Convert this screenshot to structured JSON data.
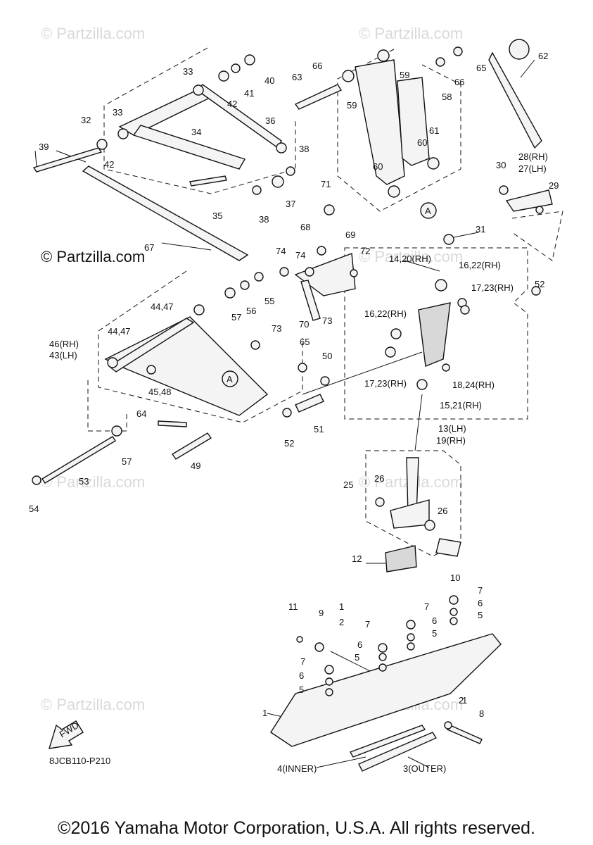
{
  "watermark": "© Partzilla.com",
  "brand": "© Partzilla.com",
  "diagram_code": "8JCB110-P210",
  "fwd_label": "FWD",
  "ref_marker": "A",
  "footer": "©2016 Yamaha Motor Corporation, U.S.A. All rights reserved.",
  "callouts": [
    {
      "id": "c1",
      "text": "1"
    },
    {
      "id": "c1b",
      "text": "1"
    },
    {
      "id": "c1c",
      "text": "1"
    },
    {
      "id": "c2",
      "text": "2"
    },
    {
      "id": "c2b",
      "text": "2"
    },
    {
      "id": "c3",
      "text": "3(OUTER)"
    },
    {
      "id": "c4",
      "text": "4(INNER)"
    },
    {
      "id": "c5a",
      "text": "5"
    },
    {
      "id": "c5b",
      "text": "5"
    },
    {
      "id": "c5c",
      "text": "5"
    },
    {
      "id": "c5d",
      "text": "5"
    },
    {
      "id": "c6a",
      "text": "6"
    },
    {
      "id": "c6b",
      "text": "6"
    },
    {
      "id": "c6c",
      "text": "6"
    },
    {
      "id": "c6d",
      "text": "6"
    },
    {
      "id": "c7a",
      "text": "7"
    },
    {
      "id": "c7b",
      "text": "7"
    },
    {
      "id": "c7c",
      "text": "7"
    },
    {
      "id": "c7d",
      "text": "7"
    },
    {
      "id": "c8",
      "text": "8"
    },
    {
      "id": "c9",
      "text": "9"
    },
    {
      "id": "c10",
      "text": "10"
    },
    {
      "id": "c11",
      "text": "11"
    },
    {
      "id": "c12",
      "text": "12"
    },
    {
      "id": "c13",
      "text": "13(LH)"
    },
    {
      "id": "c19",
      "text": "19(RH)"
    },
    {
      "id": "c14",
      "text": "14,20(RH)"
    },
    {
      "id": "c15",
      "text": "15,21(RH)"
    },
    {
      "id": "c16a",
      "text": "16,22(RH)"
    },
    {
      "id": "c16b",
      "text": "16,22(RH)"
    },
    {
      "id": "c17a",
      "text": "17,23(RH)"
    },
    {
      "id": "c17b",
      "text": "17,23(RH)"
    },
    {
      "id": "c18",
      "text": "18,24(RH)"
    },
    {
      "id": "c25",
      "text": "25"
    },
    {
      "id": "c26a",
      "text": "26"
    },
    {
      "id": "c26b",
      "text": "26"
    },
    {
      "id": "c28",
      "text": "28(RH)"
    },
    {
      "id": "c27",
      "text": "27(LH)"
    },
    {
      "id": "c29",
      "text": "29"
    },
    {
      "id": "c30",
      "text": "30"
    },
    {
      "id": "c31",
      "text": "31"
    },
    {
      "id": "c32",
      "text": "32"
    },
    {
      "id": "c33a",
      "text": "33"
    },
    {
      "id": "c33b",
      "text": "33"
    },
    {
      "id": "c34",
      "text": "34"
    },
    {
      "id": "c35",
      "text": "35"
    },
    {
      "id": "c36",
      "text": "36"
    },
    {
      "id": "c37",
      "text": "37"
    },
    {
      "id": "c38a",
      "text": "38"
    },
    {
      "id": "c38b",
      "text": "38"
    },
    {
      "id": "c39",
      "text": "39"
    },
    {
      "id": "c40",
      "text": "40"
    },
    {
      "id": "c41",
      "text": "41"
    },
    {
      "id": "c42a",
      "text": "42"
    },
    {
      "id": "c42b",
      "text": "42"
    },
    {
      "id": "c44a",
      "text": "44,47"
    },
    {
      "id": "c44b",
      "text": "44,47"
    },
    {
      "id": "c45",
      "text": "45,48"
    },
    {
      "id": "c46",
      "text": "46(RH)"
    },
    {
      "id": "c43",
      "text": "43(LH)"
    },
    {
      "id": "c49",
      "text": "49"
    },
    {
      "id": "c50",
      "text": "50"
    },
    {
      "id": "c51",
      "text": "51"
    },
    {
      "id": "c52a",
      "text": "52"
    },
    {
      "id": "c52b",
      "text": "52"
    },
    {
      "id": "c53",
      "text": "53"
    },
    {
      "id": "c54",
      "text": "54"
    },
    {
      "id": "c55",
      "text": "55"
    },
    {
      "id": "c56",
      "text": "56"
    },
    {
      "id": "c57a",
      "text": "57"
    },
    {
      "id": "c57b",
      "text": "57"
    },
    {
      "id": "c58",
      "text": "58"
    },
    {
      "id": "c59a",
      "text": "59"
    },
    {
      "id": "c59b",
      "text": "59"
    },
    {
      "id": "c60a",
      "text": "60"
    },
    {
      "id": "c60b",
      "text": "60"
    },
    {
      "id": "c61",
      "text": "61"
    },
    {
      "id": "c62",
      "text": "62"
    },
    {
      "id": "c63",
      "text": "63"
    },
    {
      "id": "c64",
      "text": "64"
    },
    {
      "id": "c65a",
      "text": "65"
    },
    {
      "id": "c65b",
      "text": "65"
    },
    {
      "id": "c66a",
      "text": "66"
    },
    {
      "id": "c66b",
      "text": "66"
    },
    {
      "id": "c67",
      "text": "67"
    },
    {
      "id": "c68",
      "text": "68"
    },
    {
      "id": "c69",
      "text": "69"
    },
    {
      "id": "c70",
      "text": "70"
    },
    {
      "id": "c71",
      "text": "71"
    },
    {
      "id": "c72",
      "text": "72"
    },
    {
      "id": "c73a",
      "text": "73"
    },
    {
      "id": "c73b",
      "text": "73"
    },
    {
      "id": "c74a",
      "text": "74"
    },
    {
      "id": "c74b",
      "text": "74"
    }
  ]
}
